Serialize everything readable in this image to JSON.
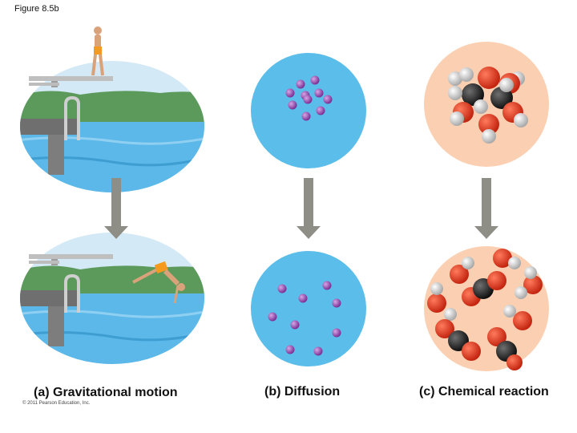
{
  "figure_label": "Figure 8.5b",
  "captions": {
    "a": "(a) Gravitational motion",
    "b": "(b) Diffusion",
    "c": "(c) Chemical reaction"
  },
  "copyright": "© 2011 Pearson Education, Inc.",
  "colors": {
    "water": "#5bb8e8",
    "sky": "#c9e4f3",
    "hills": "#5b9a5a",
    "peach": "#fbd3b8",
    "molecule": "#9b4fb5",
    "arrow": "#8e8e86",
    "oxygen": "#e03a1e",
    "carbon": "#2b2b2b",
    "hydrogen": "#e6e6e6"
  },
  "icons": [
    "diver-figure",
    "diving-board",
    "dock",
    "ladder",
    "down-arrow",
    "molecule-particle",
    "carbon-atom",
    "oxygen-atom",
    "hydrogen-atom"
  ]
}
